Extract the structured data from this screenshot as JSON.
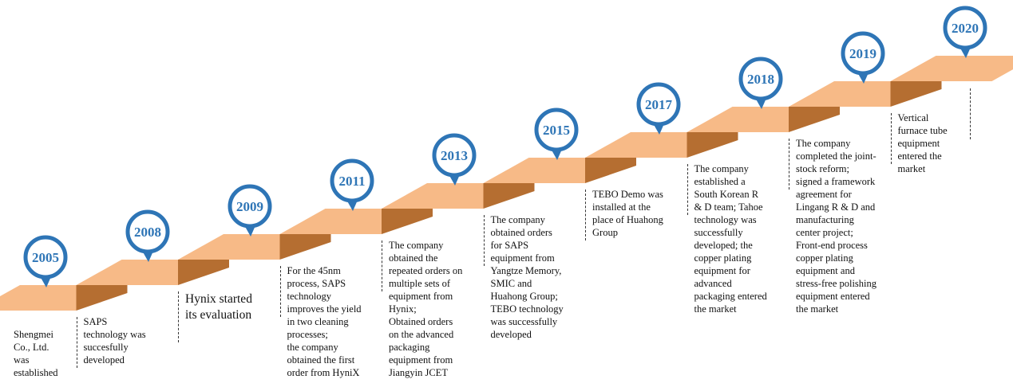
{
  "colors": {
    "step_top": "#F7BA87",
    "step_riser": "#B56E31",
    "pin": "#2E75B6"
  },
  "events": [
    {
      "year": "2005",
      "text": "Shengmei\nCo., Ltd.\nwas\nestablished"
    },
    {
      "year": "2008",
      "text": "SAPS\ntechnology was\nsuccesfully\ndeveloped"
    },
    {
      "year": "2009",
      "text": "Hynix started\nits evaluation"
    },
    {
      "year": "2011",
      "text": "For the 45nm\nprocess, SAPS\ntechnology\nimproves the yield\nin two cleaning\nprocesses;\nthe company\nobtained the first\norder from HyniX"
    },
    {
      "year": "2013",
      "text": "The company\nobtained the\nrepeated orders on\nmultiple sets of\nequipment from\nHynix;\nObtained orders\non the advanced\npackaging\nequipment from\nJiangyin JCET"
    },
    {
      "year": "2015",
      "text": "The company\nobtained orders\nfor SAPS\nequipment from\nYangtze Memory,\nSMIC and\nHuahong Group;\nTEBO technology\nwas successfully\ndeveloped"
    },
    {
      "year": "2017",
      "text": "TEBO Demo was\ninstalled at the\nplace of Huahong\nGroup"
    },
    {
      "year": "2018",
      "text": "The company\nestablished a\nSouth Korean R\n& D team; Tahoe\ntechnology was\nsuccessfully\ndeveloped; the\ncopper plating\nequipment for\nadvanced\npackaging entered\nthe market"
    },
    {
      "year": "2019",
      "text": "The company\ncompleted the joint-\nstock reform;\nsigned a framework\nagreement for\nLingang R & D and\nmanufacturing\ncenter project;\nFront-end process\ncopper plating\nequipment and\nstress-free polishing\nequipment entered\nthe market"
    },
    {
      "year": "2020",
      "text": "Vertical\nfurnace tube\nequipment\nentered the\nmarket"
    }
  ]
}
